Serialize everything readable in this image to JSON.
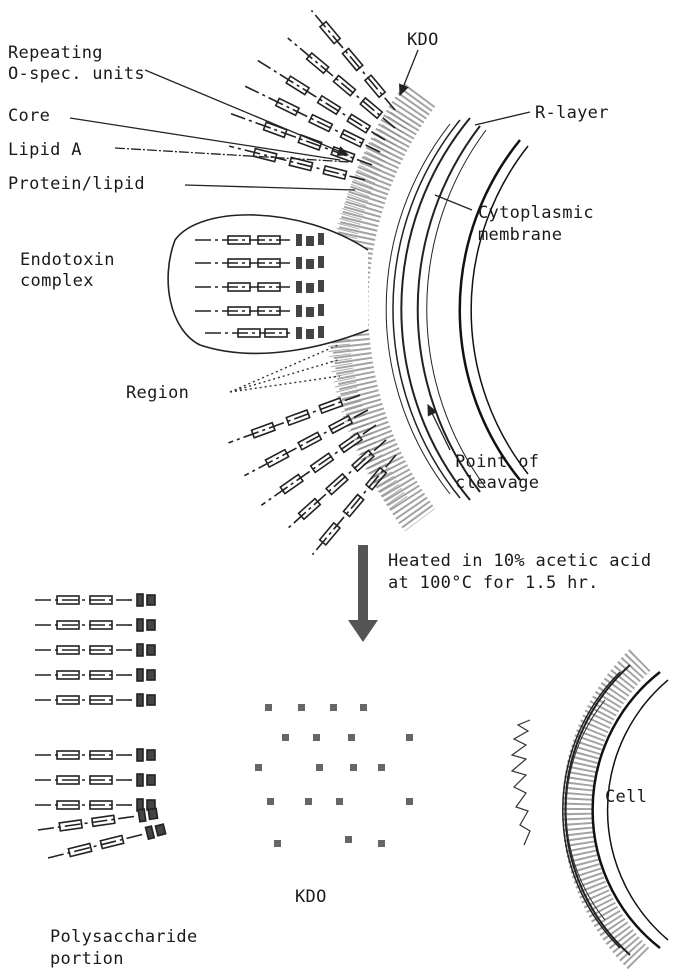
{
  "labels": {
    "repeating_units_line1": "Repeating",
    "repeating_units_line2": "O-spec. units",
    "kdo_top": "KDO",
    "core": "Core",
    "r_layer": "R-layer",
    "lipid_a": "Lipid A",
    "protein_lipid": "Protein/lipid",
    "cytoplasmic_line1": "Cytoplasmic",
    "cytoplasmic_line2": "membrane",
    "endotoxin_line1": "Endotoxin",
    "endotoxin_line2": "complex",
    "region": "Region",
    "cleavage_line1": "Point of",
    "cleavage_line2": "cleavage",
    "treatment_line1": "Heated in 10% acetic acid",
    "treatment_line2": "at 100°C for 1.5 hr.",
    "kdo_bottom": "KDO",
    "cell": "Cell",
    "polysaccharide_line1": "Polysaccharide",
    "polysaccharide_line2": "portion"
  }
}
